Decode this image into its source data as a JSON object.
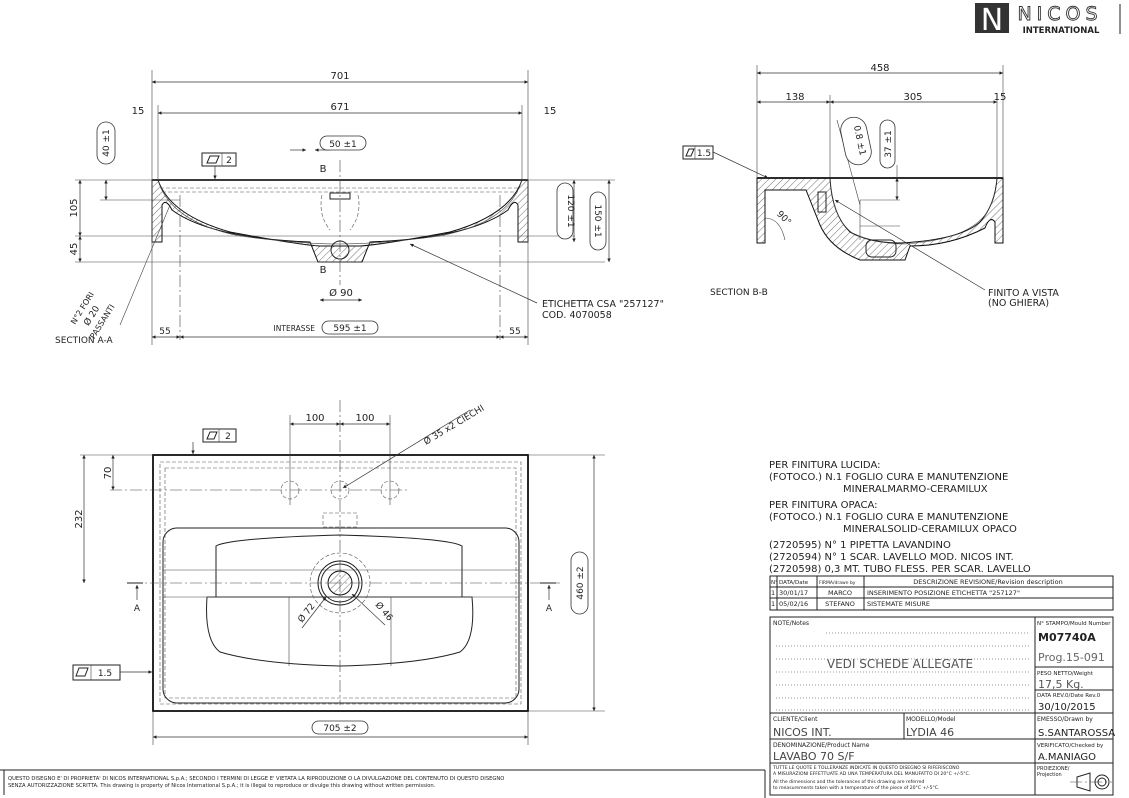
{
  "logo": {
    "brand": "NICOS",
    "sub": "INTERNATIONAL",
    "mark": "N"
  },
  "section_aa": {
    "title": "SECTION A-A",
    "dims": {
      "overall": "701",
      "inner": "671",
      "left_edge": "15",
      "right_edge": "15",
      "depth_top": "40 ±1",
      "height_upper": "105",
      "height_lower": "45",
      "depth_basin": "120 ±1",
      "height_total": "150 ±1",
      "drain_offset": "50 ±1",
      "drain_dia": "Ø 90",
      "interasse_label": "INTERASSE",
      "interasse": "595 ±1",
      "left_margin": "55",
      "right_margin": "55",
      "flatness": "2"
    },
    "section_marks": [
      "B",
      "B"
    ],
    "holes_note": [
      "N°2 FORI",
      "Ø 20",
      "PASSANTI"
    ],
    "label_note": [
      "ETICHETTA CSA \"257127\"",
      "COD. 4070058"
    ]
  },
  "section_bb": {
    "title": "SECTION B-B",
    "dims": {
      "overall": "458",
      "front": "138",
      "basin": "305",
      "back": "15",
      "overflow": "0.8 ±1",
      "overflow_depth": "37 ±1",
      "angle": "90°",
      "flatness": "1.5"
    },
    "finish_note": [
      "FINITO A VISTA",
      "(NO GHIERA)"
    ]
  },
  "plan_view": {
    "dims": {
      "tap_left": "100",
      "tap_right": "100",
      "tap_holes": "Ø 35 x2 CIECHI",
      "tap_offset": "70",
      "drain_offset": "232",
      "depth": "460 ±2",
      "width": "705 ±2",
      "drain_outer": "Ø 72",
      "drain_inner": "Ø 46",
      "flatness_top": "2",
      "flatness_side": "1.5"
    },
    "section_marks": [
      "A",
      "A"
    ]
  },
  "notes_block": [
    "PER FINITURA LUCIDA:",
    "(FOTOCO.) N.1 FOGLIO CURA E MANUTENZIONE",
    "MINERALMARMO-CERAMILUX",
    "PER FINITURA OPACA:",
    "(FOTOCO.) N.1 FOGLIO CURA E MANUTENZIONE",
    "MINERALSOLID-CERAMILUX OPACO",
    "(2720595) N° 1 PIPETTA LAVANDINO",
    "(2720594) N° 1 SCAR. LAVELLO MOD. NICOS INT.",
    "(2720598) 0,3 MT. TUBO FLESS. PER SCAR. LAVELLO"
  ],
  "revisions": {
    "headers": [
      "N°",
      "DATA/Date",
      "FIRMA/drawn by",
      "DESCRIZIONE REVISIONE/Revision description"
    ],
    "rows": [
      [
        "1",
        "30/01/17",
        "MARCO",
        "INSERIMENTO POSIZIONE ETICHETTA \"257127\""
      ],
      [
        "1",
        "05/02/16",
        "STEFANO",
        "SISTEMATE MISURE"
      ]
    ]
  },
  "title_block": {
    "notes_label": "NOTE/Notes",
    "notes_value": "VEDI SCHEDE ALLEGATE",
    "mould_label": "N° STAMPO/Mould Number",
    "mould_value": "M07740A",
    "prog": "Prog.15-091",
    "weight_label": "PESO NETTO/Weight",
    "weight_value": "17,5 Kg.",
    "date_label": "DATA REV.0/Date Rev.0",
    "date_value": "30/10/2015",
    "client_label": "CLIENTE/Client",
    "client_value": "NICOS INT.",
    "model_label": "MODELLO/Model",
    "model_value": "LYDIA 46",
    "drawn_label": "EMESSO/Drawn by",
    "drawn_value": "S.SANTAROSSA",
    "product_label": "DENOMINAZIONE/Product Name",
    "product_value": "LAVABO 70 S/F",
    "checked_label": "VERIFICATO/Checked by",
    "checked_value": "A.MANIAGO",
    "tolerance_it": [
      "TUTTE LE QUOTE E TOLLERANZE INDICATE IN QUESTO DISEGNO SI RIFERISCONO",
      "A MISURAZIONI EFFETTUATE AD UNA TEMPERATURA DEL MANUFATTO DI 20°C +/-5°C."
    ],
    "tolerance_en": [
      "All the dimensions and the tolerances of this drawing are referred",
      "to measurements taken with a temperature of the piece of 20°C +/-5°C."
    ],
    "projection_label": [
      "PROIEZIONE/",
      "Projection"
    ]
  },
  "disclaimer": [
    "QUESTO DISEGNO E' DI PROPRIETA' DI NICOS INTERNATIONAL S.p.A.; SECONDO I TERMINI DI LEGGE E' VIETATA LA RIPRODUZIONE O LA DIVULGAZIONE DEL CONTENUTO DI QUESTO DISEGNO",
    "SENZA AUTORIZZAZIONE SCRITTA. This drawing is property of Nicos International S.p.A.; it is illegal to reproduce or divulge this drawing without written permission."
  ]
}
